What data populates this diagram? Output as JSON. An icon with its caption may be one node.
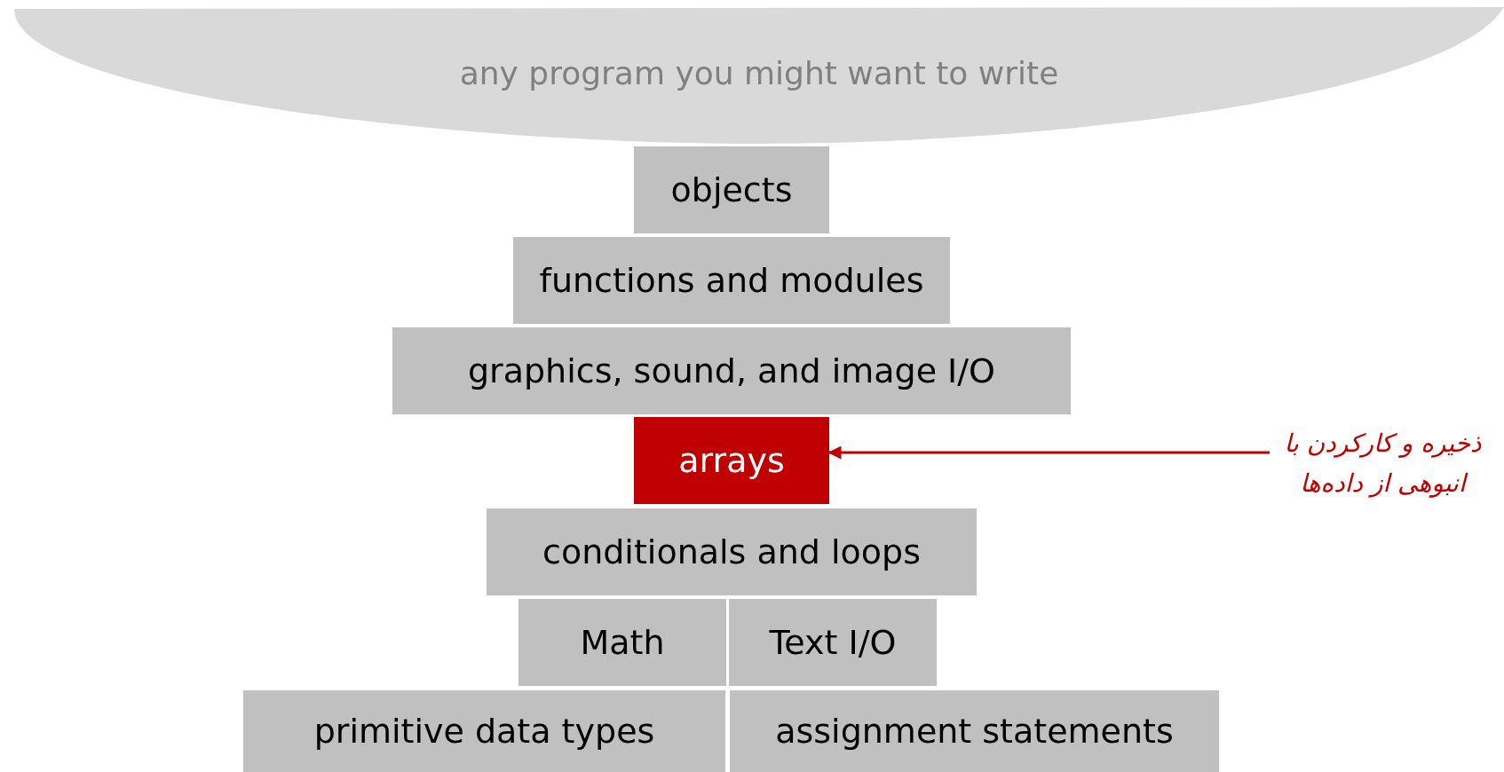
{
  "diagram": {
    "nodes": [
      {
        "text": [
          "any program you might want to write"
        ]
      },
      {
        "text": [
          "objects"
        ]
      },
      {
        "text": [
          "functions and modules"
        ]
      },
      {
        "text": [
          "graphics, sound, and image I/O"
        ]
      },
      {
        "text": [
          "arrays"
        ]
      },
      {
        "text": [
          "conditionals and loops"
        ]
      },
      {
        "text": [
          "Math"
        ]
      },
      {
        "text": [
          "Text I/O"
        ]
      },
      {
        "text": [
          "primitive data types"
        ]
      },
      {
        "text": [
          "assignment statements"
        ]
      },
      {
        "text": [
          "ذخیره و کارکردن با انبوهی از داده‌ها"
        ]
      }
    ],
    "edges": [
      {
        "from": 10,
        "to": 4,
        "arrow": "to",
        "color": "#c00000"
      }
    ]
  }
}
